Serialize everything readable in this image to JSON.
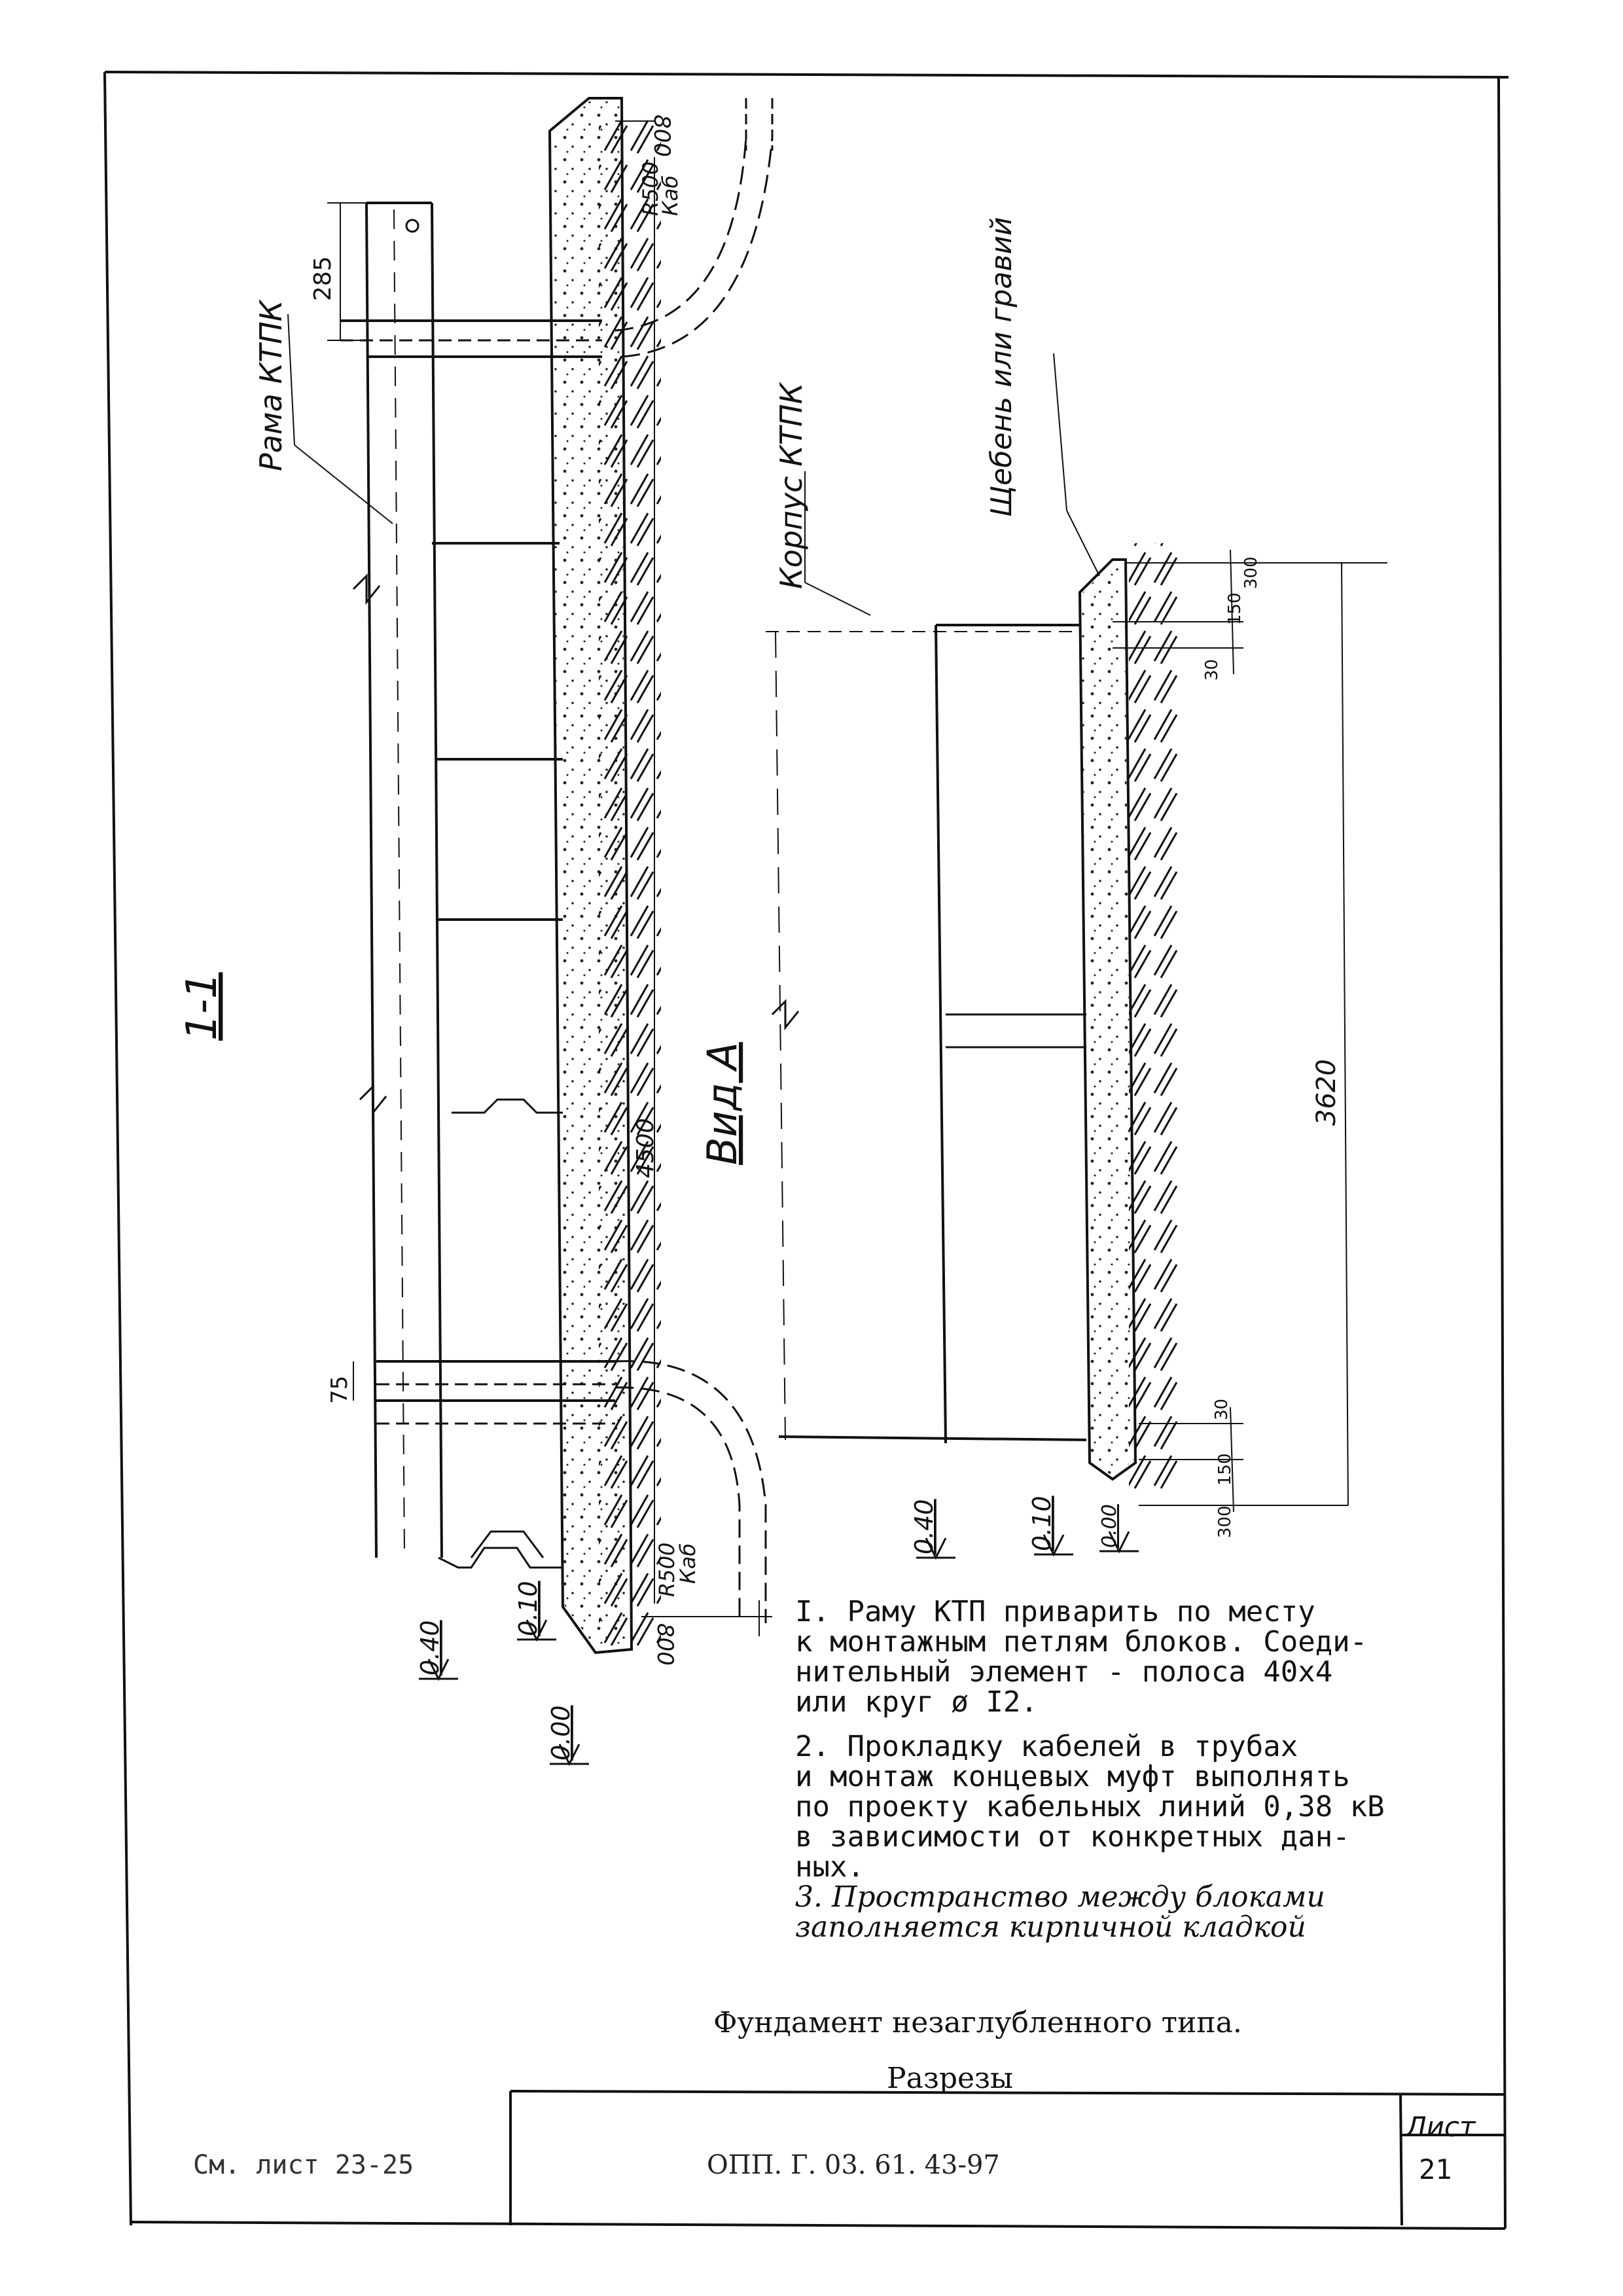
{
  "labels": {
    "section_1_1": "1-1",
    "view_a": "Вид А",
    "rama_ktpk": "Рама КТПК",
    "korpus_ktpk": "Корпус КТПК",
    "shcheben": "Щебень или гравий",
    "dim_285": "285",
    "dim_75": "75",
    "dim_800_top": "800",
    "dim_800_bottom": "800",
    "dim_4500": "4500",
    "dim_r500_top": "R500",
    "dim_kab_top": "Каб",
    "dim_r500_bottom": "R500",
    "dim_kab_bottom": "Каб",
    "dim_3620": "3620",
    "dim_300_top": "300",
    "dim_150_top": "150",
    "dim_30_top": "30",
    "dim_30_bottom": "30",
    "dim_150_bottom": "150",
    "dim_300_bottom": "300",
    "level_040_left": "0.40",
    "level_010_left": "0.10",
    "level_000_left": "0.00",
    "level_040_right": "0.40",
    "level_010_right": "0.10",
    "level_000_right": "0.00"
  },
  "notes": {
    "note1": "I. Раму КТП приварить по месту\nк монтажным петлям блоков. Соеди-\nнительный элемент - полоса 40х4\nили круг ø I2.",
    "note2": "2. Прокладку кабелей в трубах\nи монтаж концевых муфт выполнять\nпо проекту кабельных линий 0,38 кВ\nв зависимости от конкретных дан-\nных.",
    "note3": "3. Пространство между блоками\nзаполняется кирпичной кладкой"
  },
  "title": {
    "line1": "Фундамент незаглубленного типа.",
    "line2": "Разрезы"
  },
  "stamp": {
    "see_sheet": "См. лист 23-25",
    "code": "ОПП. Г. 03. 61. 43-97",
    "sheet_label": "Лист",
    "sheet_number": "21"
  }
}
